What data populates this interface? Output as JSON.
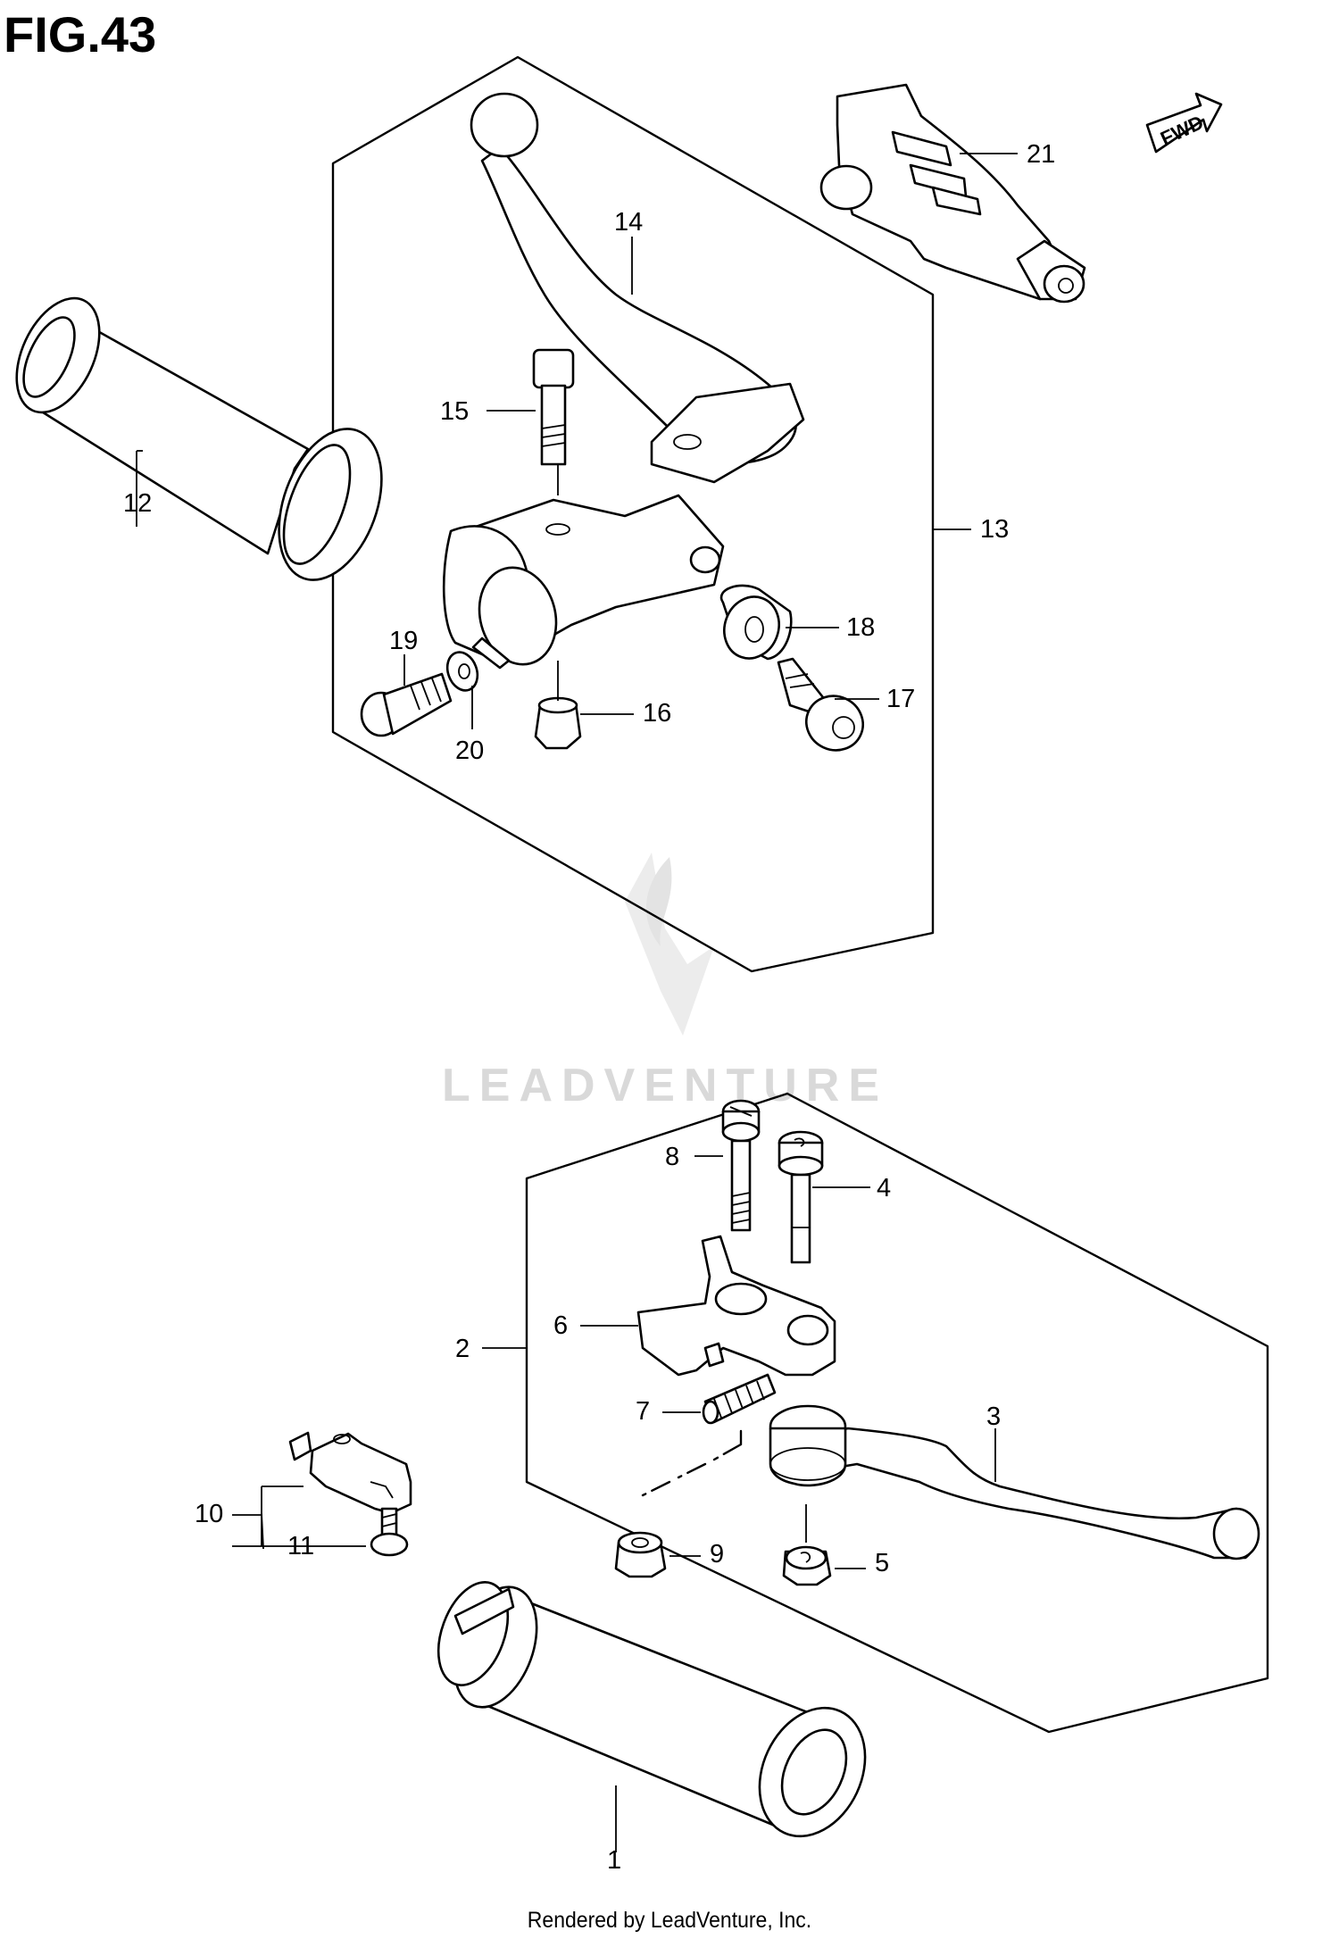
{
  "figure": {
    "title": "FIG.43",
    "footer": "Rendered by LeadVenture, Inc.",
    "watermark": "LEADVENTURE",
    "direction_arrow_text": "FWD"
  },
  "callouts": [
    {
      "id": "1",
      "label": "1"
    },
    {
      "id": "2",
      "label": "2"
    },
    {
      "id": "3",
      "label": "3"
    },
    {
      "id": "4",
      "label": "4"
    },
    {
      "id": "5",
      "label": "5"
    },
    {
      "id": "6",
      "label": "6"
    },
    {
      "id": "7",
      "label": "7"
    },
    {
      "id": "8",
      "label": "8"
    },
    {
      "id": "9",
      "label": "9"
    },
    {
      "id": "10",
      "label": "10"
    },
    {
      "id": "11",
      "label": "11"
    },
    {
      "id": "12",
      "label": "12"
    },
    {
      "id": "13",
      "label": "13"
    },
    {
      "id": "14",
      "label": "14"
    },
    {
      "id": "15",
      "label": "15"
    },
    {
      "id": "16",
      "label": "16"
    },
    {
      "id": "17",
      "label": "17"
    },
    {
      "id": "18",
      "label": "18"
    },
    {
      "id": "19",
      "label": "19"
    },
    {
      "id": "20",
      "label": "20"
    },
    {
      "id": "21",
      "label": "21"
    }
  ]
}
